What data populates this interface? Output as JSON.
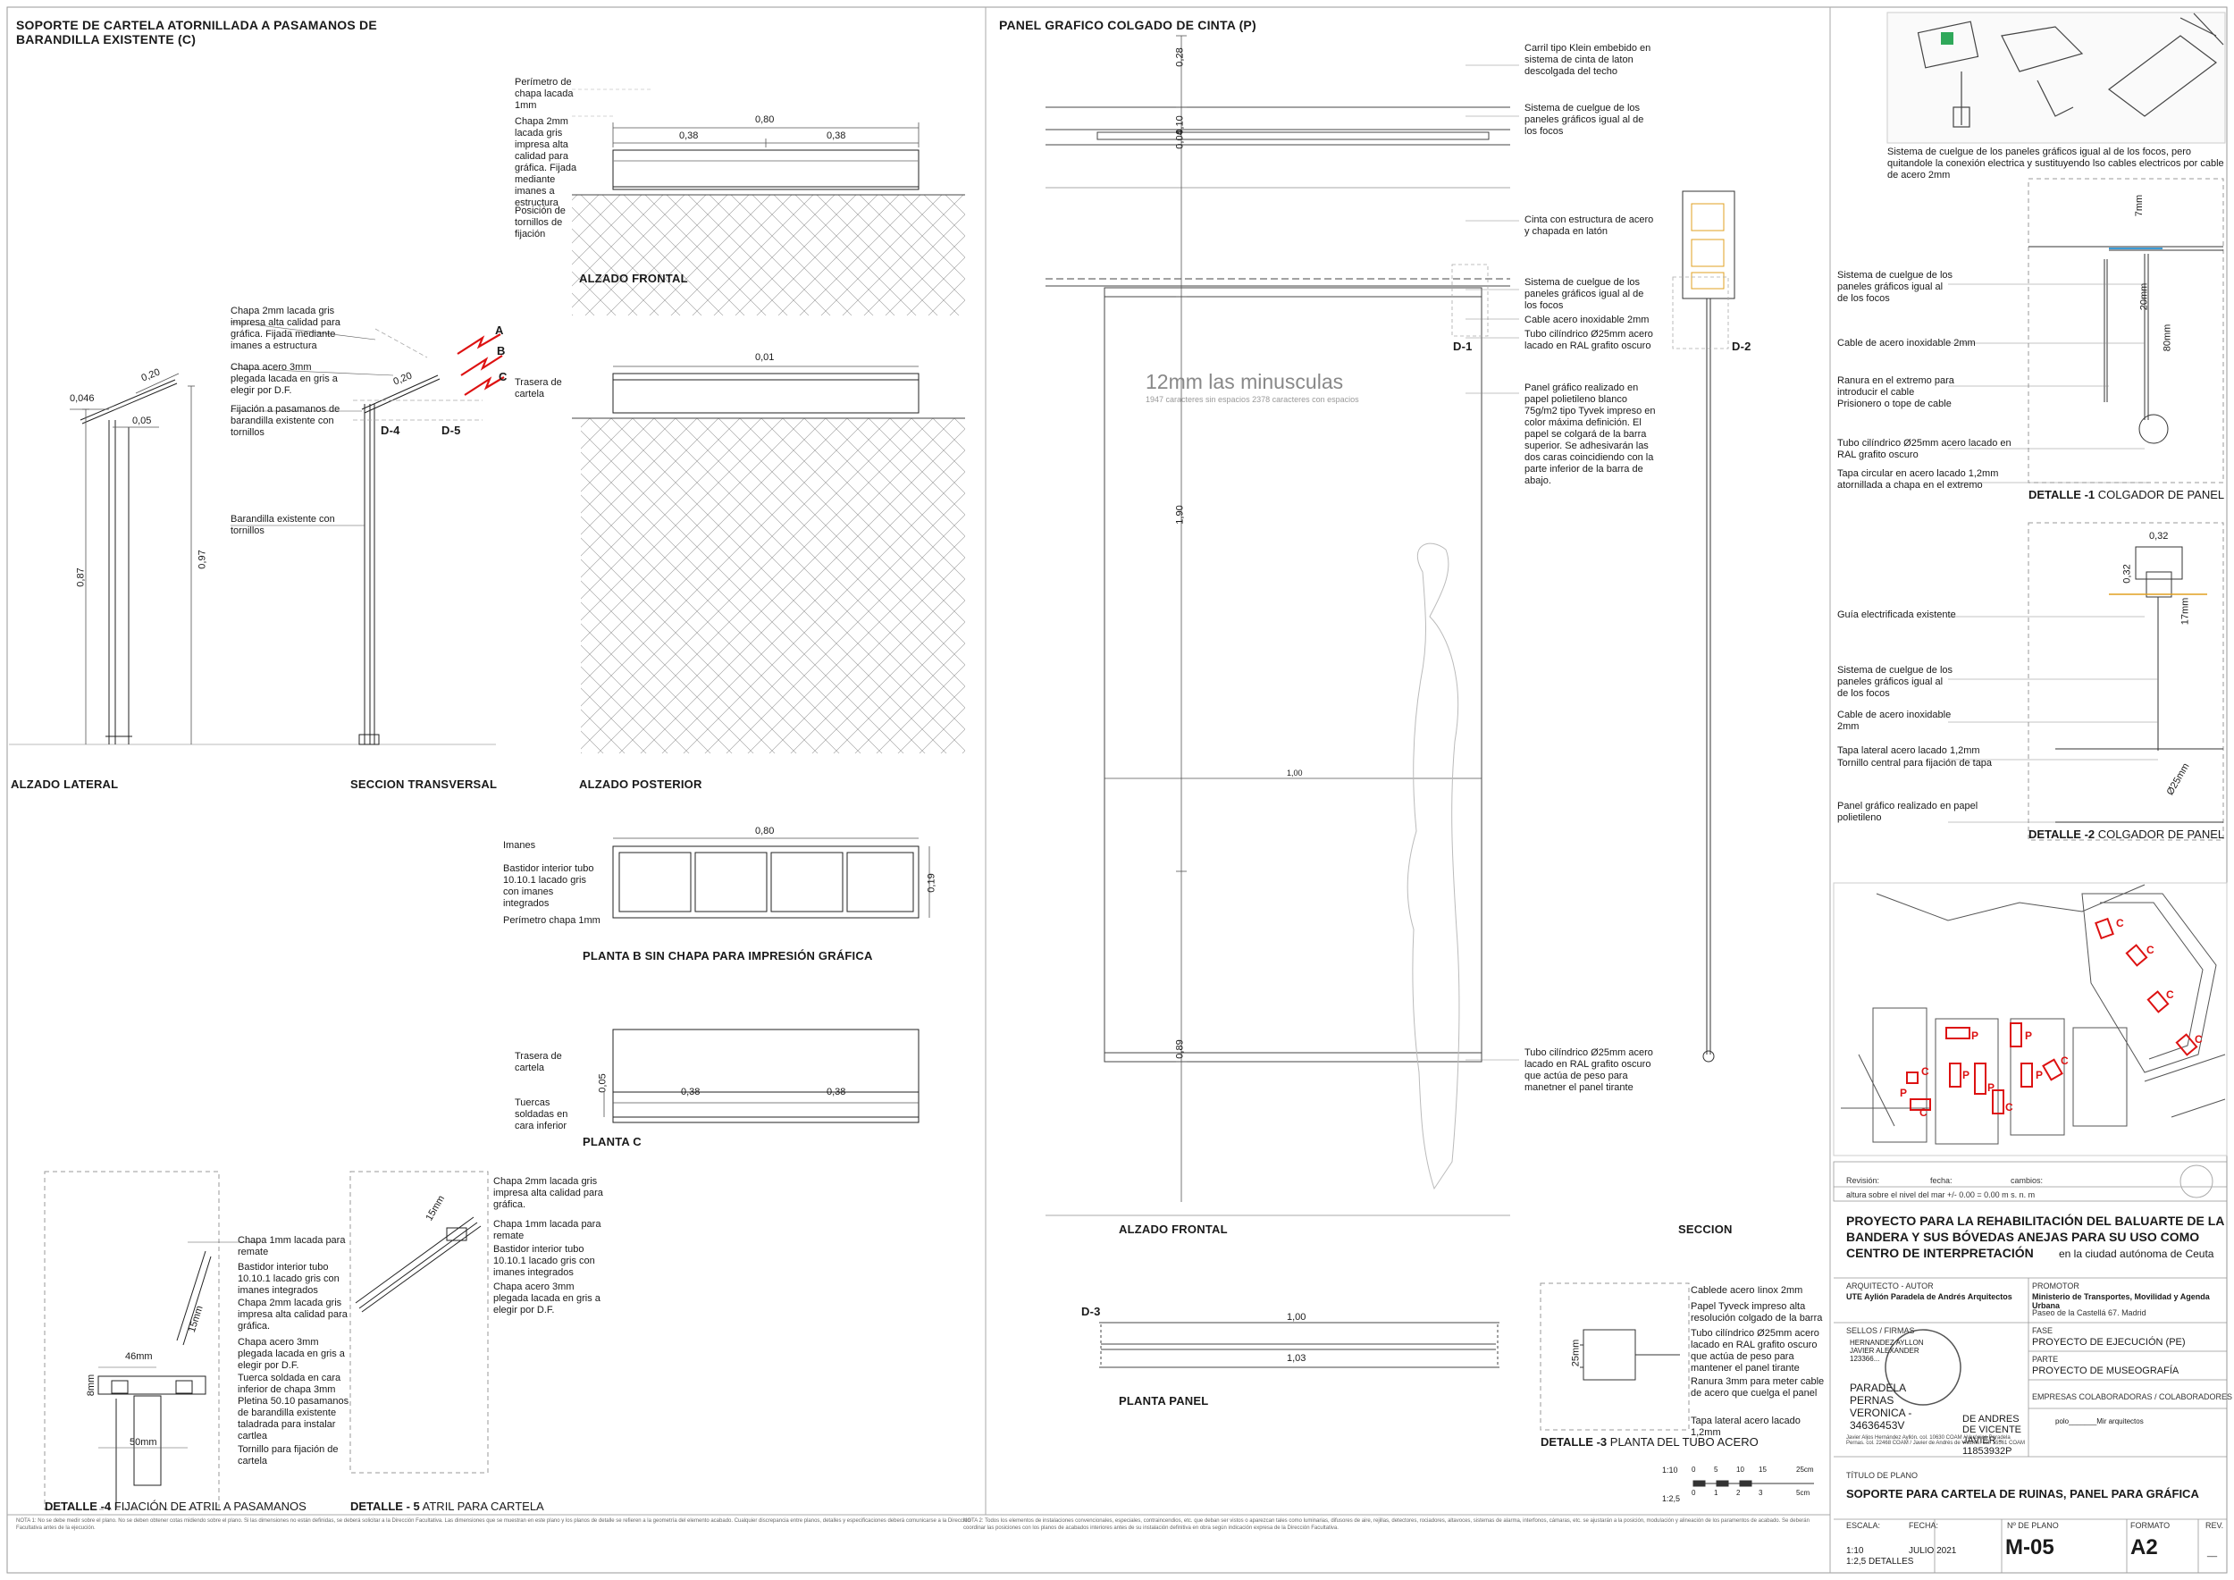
{
  "col1": {
    "title_line1": "SOPORTE DE CARTELA ATORNILLADA A PASAMANOS DE",
    "title_line2": "BARANDILLA EXISTENTE (C)",
    "alzado_lateral": "ALZADO LATERAL",
    "seccion_transversal": "SECCION TRANSVERSAL",
    "alzado_frontal": "ALZADO FRONTAL",
    "alzado_posterior": "ALZADO POSTERIOR",
    "planta_b": "PLANTA B SIN CHAPA PARA IMPRESIÓN GRÁFICA",
    "planta_c": "PLANTA C",
    "det4_bold": "DETALLE -4",
    "det4_rest": " FIJACIÓN DE ATRIL A PASAMANOS",
    "det5_bold": "DETALLE - 5",
    "det5_rest": " ATRIL PARA CARTELA",
    "notes_side": [
      "Chapa 2mm lacada gris impresa alta calidad para gráfica. Fijada mediante imanes a estructura",
      "Chapa acero 3mm plegada lacada en gris a elegir por D.F.",
      "Fijación a pasamanos de barandilla existente con tornillos",
      "Barandilla existente con tornillos"
    ],
    "notes_frontal": [
      "Perímetro de chapa lacada 1mm",
      "Chapa 2mm lacada gris impresa alta calidad para gráfica. Fijada mediante imanes a estructura",
      "Posición de tornillos de fijación"
    ],
    "note_trasera": "Trasera de cartela",
    "notes_planta_b": [
      "Imanes",
      "Bastidor interior tubo 10.10.1 lacado gris con imanes integrados",
      "Perímetro chapa 1mm"
    ],
    "notes_planta_c": [
      "Trasera de cartela",
      "Tuercas soldadas en cara inferior"
    ],
    "notes_det4": [
      "Chapa 1mm lacada para remate",
      "Bastidor interior tubo 10.10.1 lacado gris con imanes integrados",
      "Chapa 2mm lacada gris impresa alta calidad para gráfica.",
      "Chapa acero 3mm plegada lacada en gris a elegir por D.F.",
      "Tuerca soldada en cara inferior de chapa 3mm",
      "Pletina 50.10 pasamanos de barandilla existente taladrada para instalar cartlea",
      "Tornillo para fijación de cartela"
    ],
    "notes_det5": [
      "Chapa 2mm lacada gris impresa alta calidad para gráfica.",
      "Chapa 1mm lacada para remate",
      "Bastidor interior tubo 10.10.1 lacado gris con imanes integrados",
      "Chapa acero 3mm plegada lacada en gris a elegir por D.F."
    ],
    "dims": {
      "d080": "0,80",
      "d038a": "0,38",
      "d038b": "0,38",
      "d001": "0,01",
      "d019": "0,19",
      "d080b": "0,80",
      "d005": "0,05",
      "d038c": "0,38",
      "d038d": "0,38",
      "d0046": "0,046",
      "d020": "0,20",
      "d005b": "0,05",
      "d087": "0,87",
      "d097": "0,97",
      "d020b": "0,20",
      "d46mm": "46mm",
      "d50mm": "50mm",
      "d15mm": "15mm",
      "d8mm": "8mm",
      "d15mmb": "15mm"
    },
    "marks": {
      "a": "A",
      "b": "B",
      "c": "C",
      "d4": "D-4",
      "d5": "D-5"
    }
  },
  "col2": {
    "title": "PANEL GRAFICO COLGADO DE CINTA (P)",
    "big_text": "12mm las minusculas",
    "small_text": "1947 caracteres sin espacios  2378 caracteres con espacios",
    "alzado_frontal": "ALZADO FRONTAL",
    "seccion": "SECCION",
    "planta_panel": "PLANTA PANEL",
    "det3_bold": "DETALLE -3",
    "det3_rest": " PLANTA DEL TUBO ACERO",
    "notes": [
      "Carril tipo Klein embebido en sistema de cinta de laton descolgada del techo",
      "Sistema de cuelgue de los paneles gráficos igual al de los focos",
      "Cinta con estructura de acero y chapada en latón",
      "Sistema de cuelgue de los paneles gráficos igual al de los focos",
      "Cable acero inoxidable 2mm",
      "Tubo cilíndrico Ø25mm acero lacado en RAL grafito oscuro",
      "Panel gráfico realizado en papel polietileno blanco 75g/m2 tipo Tyvek impreso en color máxima definición. El papel se colgará de la barra superior. Se adhesivarán las dos caras coincidiendo con la parte inferior de la barra de abajo.",
      "Tubo cilíndrico Ø25mm acero lacado en RAL grafito oscuro que actúa de peso para manetner el panel tirante"
    ],
    "notes_det3": [
      "Cablede acero Iinox 2mm",
      "Papel Tyveck impreso alta resolución colgado de la barra",
      "Tubo cilíndrico Ø25mm acero lacado en RAL grafito oscuro que actúa de peso para mantener el panel tirante",
      "Ranura 3mm para meter cable de acero que cuelga el panel",
      "Tapa lateral acero lacado 1,2mm"
    ],
    "dims": {
      "d028": "0,28",
      "d010": "0,10",
      "d004": "0,04",
      "d190": "1,90",
      "d100": "1,00",
      "d089": "0,89",
      "d100b": "1,00",
      "d103": "1,03",
      "d25mm": "25mm"
    },
    "marks": {
      "d1": "D-1",
      "d2": "D-2",
      "d3": "D-3"
    },
    "scale": {
      "row1": [
        "0",
        "5",
        "10",
        "15",
        "25cm"
      ],
      "row2": [
        "0",
        "1",
        "2",
        "3",
        "5cm"
      ],
      "s1": "1:10",
      "s2": "1:2,5"
    }
  },
  "col3": {
    "top_note": "Sistema de cuelgue de los paneles gráficos igual al de los focos, pero quitandole la conexión electrica y sustituyendo lso cables electricos por cable de acero 2mm",
    "det1_bold": "DETALLE -1",
    "det1_rest": " COLGADOR DE PANEL",
    "det2_bold": "DETALLE -2",
    "det2_rest": " COLGADOR DE PANEL",
    "notes_det1": [
      "Sistema de cuelgue de los paneles gráficos igual al de los focos",
      "Cable de acero inoxidable 2mm",
      "Ranura en el extremo para introducir el cable",
      "Prisionero o tope de cable",
      "Tubo cilíndrico Ø25mm acero lacado en RAL grafito oscuro",
      "Tapa circular en acero lacado 1,2mm atornillada a chapa en el extremo"
    ],
    "notes_det2": [
      "Guía electrificada existente",
      "Sistema de cuelgue de los paneles gráficos igual al de los focos",
      "Cable de acero inoxidable 2mm",
      "Tapa lateral acero lacado 1,2mm",
      "Tornillo central para fijación de tapa",
      "Panel gráfico realizado en papel polietileno"
    ],
    "dims": {
      "d7mm": "7mm",
      "d20mm": "20mm",
      "d80mm": "80mm",
      "d032a": "0,32",
      "d032b": "0,32",
      "d17mm": "17mm",
      "d25mm": "Ø25mm"
    },
    "map_tags": [
      "C",
      "C",
      "C",
      "C",
      "C",
      "C",
      "P",
      "P",
      "P",
      "P",
      "P",
      "P",
      "C",
      "C"
    ]
  },
  "title_block": {
    "revision": "Revisión:",
    "fecha": "fecha:",
    "cambios": "cambios:",
    "altura": "altura sobre el nivel del mar +/- 0.00 = 0.00 m s. n. m",
    "project_line1": "PROYECTO PARA LA REHABILITACIÓN DEL BALUARTE DE LA",
    "project_line2": "BANDERA Y SUS BÓVEDAS ANEJAS PARA SU USO COMO",
    "project_line3": "CENTRO DE INTERPRETACIÓN",
    "project_city": "en la ciudad autónoma de Ceuta",
    "arquitecto_label": "ARQUITECTO - AUTOR",
    "arquitecto": "UTE Aylión Paradela de Andrés Arquitectos",
    "promotor_label": "PROMOTOR",
    "promotor": "Ministerio de Transportes, Movilidad y Agenda Urbana",
    "promotor_addr": "Paseo de la Castellá 67. Madrid",
    "sellos_label": "SELLOS / FIRMAS",
    "fase_label": "FASE",
    "fase": "PROYECTO DE EJECUCIÓN (PE)",
    "parte_label": "PARTE",
    "parte": "PROYECTO DE MUSEOGRAFÍA",
    "empresas_label": "EMPRESAS COLABORADORAS / COLABORADORES",
    "empresas": "polo_______Mir arquitectos",
    "sig1": "HERNANDEZ AYLLON JAVIER ALEXANDER 123366...",
    "sig2": "PARADELA PERNAS VERONICA - 34636453V",
    "sig3": "DE ANDRES DE VICENTE JAVIER - 11853932P",
    "sig_names": "Javier Aljos Hernández Ayllón. col. 10630 COAM / Verónica Paradela Pernas. col. 22468 COAM / Javier de Andrés de Vicente. col. 15561 COAM",
    "titulo_label": "TÍTULO DE PLANO",
    "titulo": "SOPORTE PARA CARTELA DE RUINAS, PANEL PARA GRÁFICA",
    "escala_label": "ESCALA:",
    "fecha_label": "FECHA:",
    "nplano_label": "Nº DE PLANO",
    "formato_label": "FORMATO",
    "rev_label": "REV.",
    "escala": "1:10",
    "escala2": "1:2,5 DETALLES",
    "fecha_val": "JULIO 2021",
    "nplano": "M-05",
    "formato": "A2",
    "rev": "__"
  },
  "footer": {
    "nota1_label": "NOTA 1:",
    "nota1": "No se debe medir sobre el plano. No se deben obtener cotas midiendo sobre el plano. Si las dimensiones no están definidas, se deberá solicitar a la Dirección Facultativa. Las dimensiones que se muestran en este plano y los planos de detalle se refieren a la geometría del elemento acabado. Cualquier discrepancia entre planos, detalles y especificaciones deberá comunicarse a la Dirección Facultativa antes de la ejecución.",
    "nota2_label": "NOTA 2:",
    "nota2": "Todos los elementos de instalaciones convencionales, especiales, contraincendios, etc. que deban ser vistos o aparezcan tales como luminarias, difusores de aire, rejillas, detectores, rociadores, altavoces, sistemas de alarma, interfonos, cámaras, etc. se ajustarán a la posición, modulación y alineación de los paramentos de acabado. Se deberán coordinar las posiciones con los planos de acabados interiores antes de su instalación definitiva en obra según indicación expresa de la Dirección Facultativa."
  }
}
